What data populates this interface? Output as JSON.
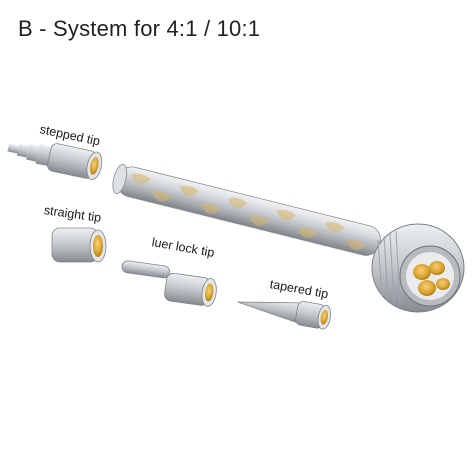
{
  "title": "B - System for 4:1 / 10:1",
  "labels": {
    "stepped_tip": "stepped tip",
    "straight_tip": "straight tip",
    "luer_lock_tip": "luer lock tip",
    "tapered_tip": "tapered tip"
  },
  "colors": {
    "background": "#ffffff",
    "metal": "#c9ccd0",
    "brass": "#d9a12a"
  }
}
